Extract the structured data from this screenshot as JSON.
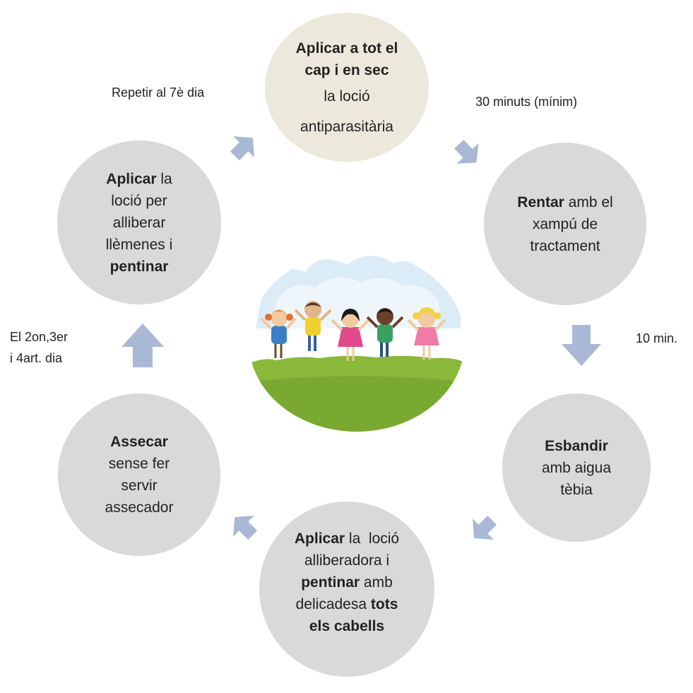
{
  "colors": {
    "node_fill": "#d9d9d9",
    "top_node_fill": "#ece9dc",
    "arrow": "#a9b8d4",
    "grass": "#8ab83a",
    "sky": "#dcecf7"
  },
  "nodes": {
    "top": {
      "line1_bold": "Aplicar a tot el",
      "line2_bold": "cap  i en sec",
      "line3": "la loció",
      "line4": "antiparasitària"
    },
    "right_top": {
      "line1_bold": "Rentar",
      "line1_rest": " amb el",
      "line2": "xampú de",
      "line3": "tractament"
    },
    "right_bottom": {
      "line1_bold": "Esbandir",
      "line2": "amb aigua",
      "line3": "tèbia"
    },
    "bottom": {
      "line1_bold": "Aplicar",
      "line1_rest": " la  loció",
      "line2": "alliberadora i",
      "line3_bold": "pentinar",
      "line3_rest": " amb",
      "line4": "delicadesa ",
      "line4_bold": "tots",
      "line5_bold": "els cabells"
    },
    "left_bottom": {
      "line1_bold": "Assecar",
      "line2": "sense fer",
      "line3": "servir",
      "line4": "assecador"
    },
    "left_top": {
      "line1_bold": "Aplicar",
      "line1_rest": " la",
      "line2": "loció per",
      "line3": "alliberar",
      "line4": "llèmenes i",
      "line5_bold": "pentinar"
    }
  },
  "captions": {
    "repeat": "Repetir al 7è dia",
    "minutes30": "30 minuts (mínim)",
    "min10": "10 min.",
    "days_line1": "El 2on,3er",
    "days_line2": "i 4art. dia"
  },
  "icons": {
    "arrows": "block-arrow-icon",
    "center": "children-playing-illustration"
  }
}
